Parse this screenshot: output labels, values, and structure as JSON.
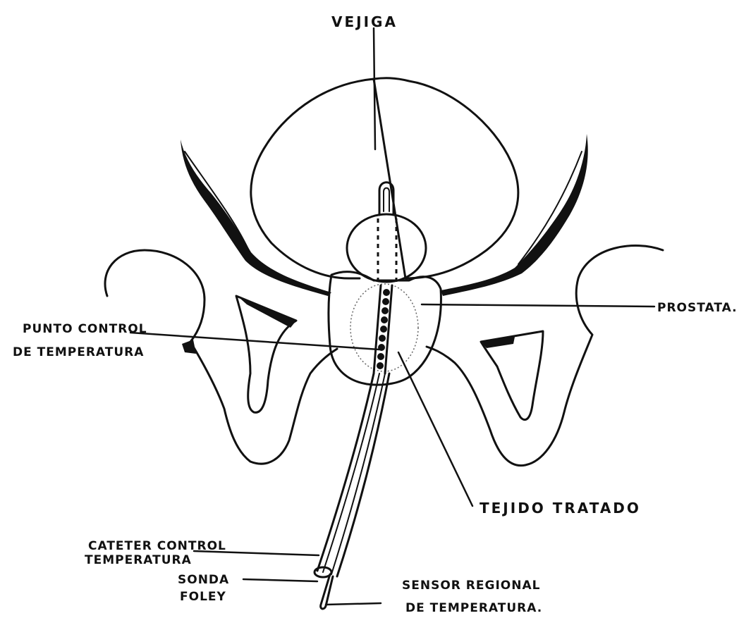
{
  "labels": {
    "vejiga": "VEJIGA",
    "prostata": "PROSTATA.",
    "punto_control_1": "PUNTO CONTROL",
    "punto_control_2": "DE TEMPERATURA",
    "tejido_tratado": "TEJIDO TRATADO",
    "cateter_1": "CATETER CONTROL",
    "cateter_2": "TEMPERATURA",
    "sonda_1": "SONDA",
    "sonda_2": "FOLEY",
    "sensor_1": "SENSOR REGIONAL",
    "sensor_2": "DE TEMPERATURA."
  },
  "colors": {
    "ink": "#111111",
    "paper": "#ffffff"
  }
}
